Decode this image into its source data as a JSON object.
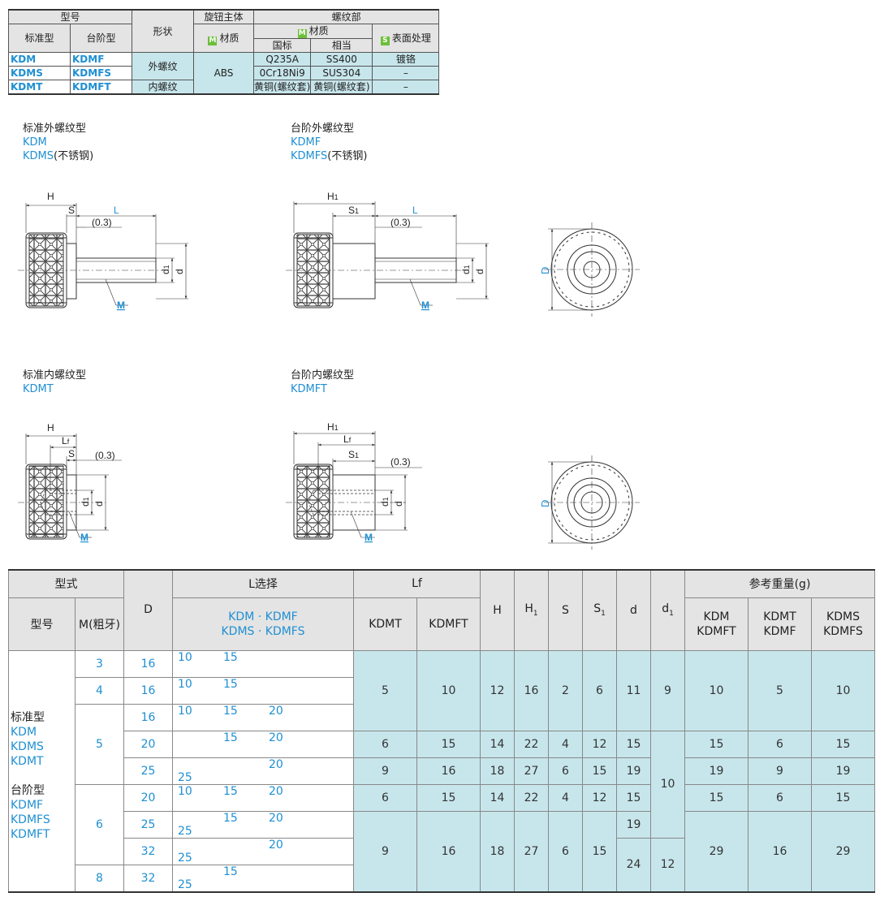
{
  "spec_table": {
    "h_model": "型号",
    "h_shape": "形状",
    "h_knob": "旋钮主体",
    "h_thread": "螺纹部",
    "h_std": "标准型",
    "h_step": "台阶型",
    "h_material": "材质",
    "h_material_m": "M",
    "h_national": "国标",
    "h_equiv": "相当",
    "h_surface": "表面处理",
    "h_surface_s": "S",
    "rows": [
      {
        "std": "KDM",
        "step": "KDMF",
        "national": "Q235A",
        "equiv": "SS400",
        "surface": "镀铬"
      },
      {
        "std": "KDMS",
        "step": "KDMFS",
        "national": "0Cr18Ni9",
        "equiv": "SUS304",
        "surface": "–"
      },
      {
        "std": "KDMT",
        "step": "KDMFT",
        "national": "黄铜(螺纹套)",
        "equiv": "黄铜(螺纹套)",
        "surface": "–"
      }
    ],
    "shape_ext": "外螺纹",
    "shape_int": "内螺纹",
    "knob_material": "ABS"
  },
  "drawings": {
    "std_ext": {
      "title": "标准外螺纹型",
      "models": [
        "KDM",
        "KDMS"
      ],
      "suffix": "(不锈钢)"
    },
    "step_ext": {
      "title": "台阶外螺纹型",
      "models": [
        "KDMF",
        "KDMFS"
      ],
      "suffix": "(不锈钢)"
    },
    "std_int": {
      "title": "标准内螺纹型",
      "models": [
        "KDMT"
      ]
    },
    "step_int": {
      "title": "台阶内螺纹型",
      "models": [
        "KDMFT"
      ]
    },
    "dim_labels": {
      "H": "H",
      "H1": "H",
      "H1_sub": "1",
      "S": "S",
      "S1": "S",
      "S1_sub": "1",
      "L": "L",
      "Lf": "L",
      "Lf_sub": "f",
      "gap": "(0.3)",
      "M": "M",
      "d": "d",
      "d1": "d",
      "d1_sub": "1",
      "D": "D"
    }
  },
  "dim_table": {
    "h_type": "型式",
    "h_model": "型号",
    "h_m": "M(粗牙)",
    "h_D": "D",
    "h_Lsel": "L选择",
    "h_Lsel_models": [
      "KDM · KDMF",
      "KDMS · KDMFS"
    ],
    "h_Lf": "Lf",
    "h_kdmt": "KDMT",
    "h_kdmft": "KDMFT",
    "h_H": "H",
    "h_H1": "H",
    "h_H1_sub": "1",
    "h_S": "S",
    "h_S1": "S",
    "h_S1_sub": "1",
    "h_d": "d",
    "h_d1": "d",
    "h_d1_sub": "1",
    "h_weight": "参考重量(g)",
    "h_w1": [
      "KDM",
      "KDMFT"
    ],
    "h_w2": [
      "KDMT",
      "KDMF"
    ],
    "h_w3": [
      "KDMS",
      "KDMFS"
    ],
    "group_std": {
      "title": "标准型",
      "models": [
        "KDM",
        "KDMS",
        "KDMT"
      ]
    },
    "group_step": {
      "title": "台阶型",
      "models": [
        "KDMF",
        "KDMFS",
        "KDMFT"
      ]
    },
    "rows": [
      {
        "M": "3",
        "D": "16",
        "L": [
          "10",
          "15",
          "",
          ""
        ]
      },
      {
        "M": "4",
        "D": "16",
        "L": [
          "10",
          "15",
          "",
          ""
        ]
      },
      {
        "M": "5",
        "D": "16",
        "L": [
          "10",
          "15",
          "20",
          ""
        ]
      },
      {
        "D": "20",
        "L": [
          "",
          "15",
          "20",
          ""
        ]
      },
      {
        "D": "25",
        "L": [
          "",
          "",
          "20",
          "25"
        ]
      },
      {
        "M": "6",
        "D": "20",
        "L": [
          "10",
          "15",
          "20",
          ""
        ]
      },
      {
        "D": "25",
        "L": [
          "",
          "15",
          "20",
          "25"
        ]
      },
      {
        "D": "32",
        "L": [
          "",
          "",
          "20",
          "25"
        ]
      },
      {
        "M": "8",
        "D": "32",
        "L": [
          "",
          "15",
          "",
          "25"
        ]
      }
    ],
    "block1": {
      "kdmt": "5",
      "kdmft": "10",
      "H": "12",
      "H1": "16",
      "S": "2",
      "S1": "6",
      "d": "11",
      "d1": "9",
      "w1": "10",
      "w2": "5",
      "w3": "10"
    },
    "block2": {
      "kdmt": "6",
      "kdmft": "15",
      "H": "14",
      "H1": "22",
      "S": "4",
      "S1": "12",
      "d": "15",
      "w1": "15",
      "w2": "6",
      "w3": "15"
    },
    "block3": {
      "kdmt": "9",
      "kdmft": "16",
      "H": "18",
      "H1": "27",
      "S": "6",
      "S1": "15",
      "d": "19",
      "w1": "19",
      "w2": "9",
      "w3": "19"
    },
    "block4": {
      "kdmt": "6",
      "kdmft": "15",
      "H": "14",
      "H1": "22",
      "S": "4",
      "S1": "12",
      "d": "15",
      "w1": "15",
      "w2": "6",
      "w3": "15"
    },
    "block5": {
      "kdmt": "9",
      "kdmft": "16",
      "H": "18",
      "H1": "27",
      "S": "6",
      "S1": "15",
      "w1": "29",
      "w2": "16",
      "w3": "29"
    },
    "d1_merged": "10",
    "d_19": "19",
    "d_24": "24",
    "d1_12": "12"
  }
}
